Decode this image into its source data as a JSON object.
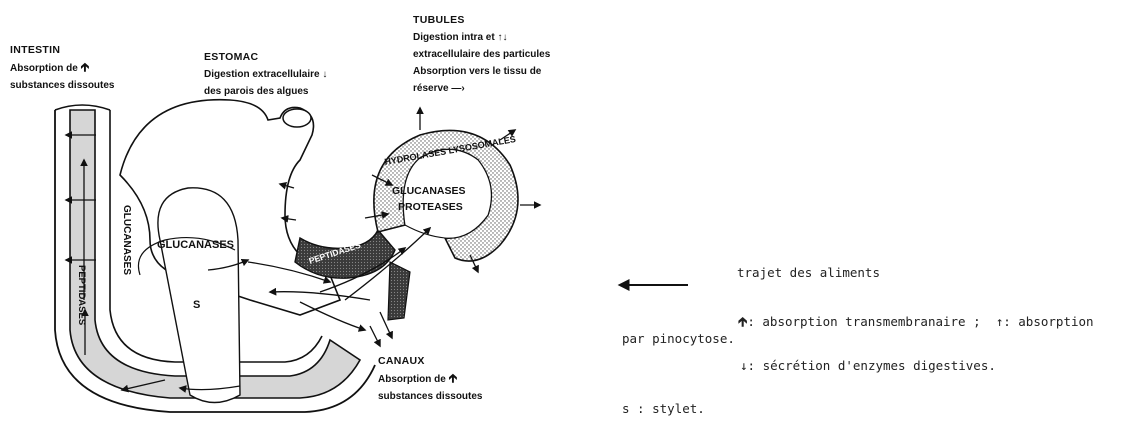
{
  "labels": {
    "intestin": {
      "title": "INTESTIN",
      "line1": "Absorption de",
      "line2": "substances dissoutes"
    },
    "estomac": {
      "title": "ESTOMAC",
      "line1": "Digestion extracellulaire",
      "line2": "des parois des algues"
    },
    "tubules": {
      "title": "TUBULES",
      "line1": "Digestion intra et",
      "line2": "extracellulaire des particules",
      "line3": "Absorption vers le tissu de",
      "line4": "réserve"
    },
    "canaux": {
      "title": "CANAUX",
      "line1": "Absorption de",
      "line2": "substances dissoutes"
    }
  },
  "inner_labels": {
    "glucanases_left": "GLUCANASES",
    "stylet_letter": "S",
    "glucanases_intestine": "GLUCANASES",
    "peptidases_intestine": "PEPTIDASES",
    "peptidases_duct": "PEPTIDASES",
    "hydrolases": "HYDROLASES LYSOSOMALES",
    "glucanases_tubule": "GLUCANASES",
    "proteases_tubule": "PROTEASES"
  },
  "legend": {
    "trajet": "trajet des aliments",
    "absorption_trans": ": absorption transmembranaire ;",
    "absorption_pino_a": ": absorption",
    "absorption_pino_b": "par pinocytose.",
    "secretion": ":  sécrétion d'enzymes digestives.",
    "stylet": "s : stylet."
  }
}
